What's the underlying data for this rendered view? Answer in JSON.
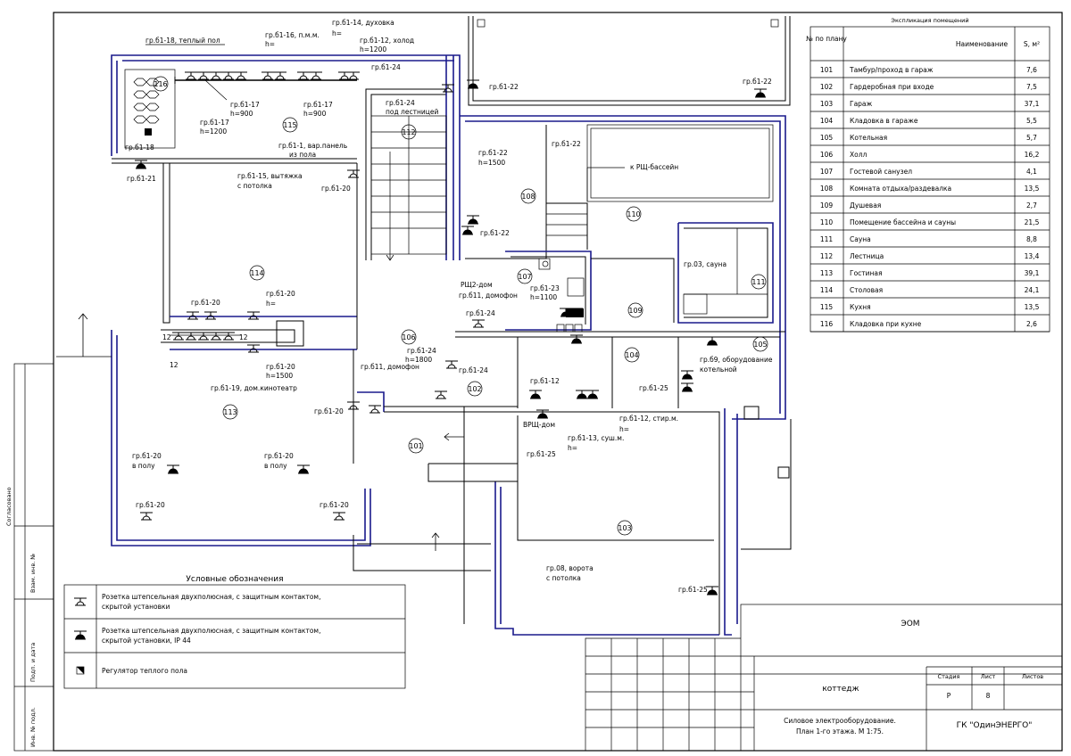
{
  "rooms": [
    {
      "no": "116"
    },
    {
      "no": "115"
    },
    {
      "no": "112"
    },
    {
      "no": "108"
    },
    {
      "no": "110"
    },
    {
      "no": "114"
    },
    {
      "no": "107"
    },
    {
      "no": "109"
    },
    {
      "no": "111"
    },
    {
      "no": "106"
    },
    {
      "no": "104"
    },
    {
      "no": "105"
    },
    {
      "no": "102"
    },
    {
      "no": "113"
    },
    {
      "no": "101"
    },
    {
      "no": "103"
    }
  ],
  "labels": {
    "gr18": "гр.б1-18, теплый пол",
    "gr16": "гр.б1-16, п.м.м.",
    "gr14": "гр.б1-14, духовка",
    "h1": "h=",
    "gr12": "гр.б1-12, холод",
    "h1200a": "h=1200",
    "gr24a": "гр.б1-24",
    "gr22a": "гр.б1-22",
    "gr22b": "гр.б1-22",
    "gr17a": "гр.б1-17",
    "h900a": "h=900",
    "gr17b": "гр.б1-17",
    "h900b": "h=900",
    "gr17c": "гр.б1-17",
    "h1200b": "h=1200",
    "gr24b": "гр.б1-24",
    "gr24b2": "под лестницей",
    "gr18b": "гр.б1-18",
    "gr1": "гр.б1-1, вар.панель",
    "gr1b": "из пола",
    "gr22c": "гр.б1-22",
    "gr21": "гр.б1-21",
    "gr15": "гр.б1-15, вытяжка",
    "gr15b": "с потолка",
    "gr20a": "гр.б1-20",
    "gr22d": "гр.б1-22",
    "h1500a": "h=1500",
    "krsh": "к РЩ-бассейн",
    "gr22e": "гр.б1-22",
    "gr03": "гр.03, сауна",
    "rsh2": "РЩ2-дом",
    "gr11a": "гр.б11, домофон",
    "gr23": "гр.б1-23",
    "h1100": "h=1100",
    "gr20b": "гр.б1-20",
    "gr20c": "гр.б1-20",
    "h2": "h=",
    "gr24c": "гр.б1-24",
    "n12a": "12",
    "n12b": "12",
    "n12c": "12",
    "gr20d": "гр.б1-20",
    "h1500b": "h=1500",
    "gr19": "гр.б1-19, дом.кинотеатр",
    "gr24d": "гр.б1-24",
    "h1800": "h=1800",
    "gr11b": "гр.б11, домофон",
    "gr24e": "гр.б1-24",
    "gr09": "гр.б9, оборудование",
    "gr09b": "котельной",
    "gr12b": "гр.б1-12",
    "gr25a": "гр.б1-25",
    "gr20e": "гр.б1-20",
    "vrsh": "ВРЩ-дом",
    "gr12c": "гр.б1-12, стир.м.",
    "h3": "h=",
    "gr13": "гр.б1-13, суш.м.",
    "h4": "h=",
    "gr25b": "гр.б1-25",
    "gr20f": "гр.б1-20",
    "vpolu1": "в полу",
    "gr20g": "гр.б1-20",
    "vpolu2": "в полу",
    "gr20h": "гр.б1-20",
    "gr20i": "гр.б1-20",
    "gr08": "гр.08, ворота",
    "gr08b": "с потолка",
    "gr25c": "гр.б1-25"
  },
  "legend": {
    "title": "Условные обозначения",
    "items": [
      {
        "icon": "socket-icon",
        "text1": "Розетка штепсельная двухполюсная, с защитным контактом,",
        "text2": "скрытой установки"
      },
      {
        "icon": "socket-ip44-icon",
        "text1": "Розетка штепсельная двухполюсная, с защитным контактом,",
        "text2": "скрытой установки, IP 44"
      },
      {
        "icon": "floor-heating-regulator-icon",
        "text1": "Регулятор теплого пола",
        "text2": ""
      }
    ]
  },
  "area_table": {
    "caption": "Экспликация помещений",
    "headers": {
      "no": "№ по плану",
      "name": "Наименование",
      "area": "S, м²"
    },
    "rows": [
      {
        "no": "101",
        "name": "Тамбур/проход в гараж",
        "area": "7,6"
      },
      {
        "no": "102",
        "name": "Гардеробная при входе",
        "area": "7,5"
      },
      {
        "no": "103",
        "name": "Гараж",
        "area": "37,1"
      },
      {
        "no": "104",
        "name": "Кладовка в гараже",
        "area": "5,5"
      },
      {
        "no": "105",
        "name": "Котельная",
        "area": "5,7"
      },
      {
        "no": "106",
        "name": "Холл",
        "area": "16,2"
      },
      {
        "no": "107",
        "name": "Гостевой санузел",
        "area": "4,1"
      },
      {
        "no": "108",
        "name": "Комната отдыха/раздевалка",
        "area": "13,5"
      },
      {
        "no": "109",
        "name": "Душевая",
        "area": "2,7"
      },
      {
        "no": "110",
        "name": "Помещение бассейна и сауны",
        "area": "21,5"
      },
      {
        "no": "111",
        "name": "Сауна",
        "area": "8,8"
      },
      {
        "no": "112",
        "name": "Лестница",
        "area": "13,4"
      },
      {
        "no": "113",
        "name": "Гостиная",
        "area": "39,1"
      },
      {
        "no": "114",
        "name": "Столовая",
        "area": "24,1"
      },
      {
        "no": "115",
        "name": "Кухня",
        "area": "13,5"
      },
      {
        "no": "116",
        "name": "Кладовка при кухне",
        "area": "2,6"
      }
    ]
  },
  "title_block": {
    "code": "ЭОМ",
    "object": "коттедж",
    "stage_h": "Стадия",
    "sheet_h": "Лист",
    "sheets_h": "Листов",
    "stage": "Р",
    "sheet": "8",
    "sheets": "",
    "desc1": "Силовое электрооборудование.",
    "desc2": "План 1-го этажа. М 1:75.",
    "company": "ГК \"ОдинЭНЕРГО\""
  },
  "side_stamp": {
    "vzam": "Взам. инв. №",
    "podp": "Подп. и дата",
    "inv": "Инв. № подл.",
    "soglas": "Согласовано"
  }
}
